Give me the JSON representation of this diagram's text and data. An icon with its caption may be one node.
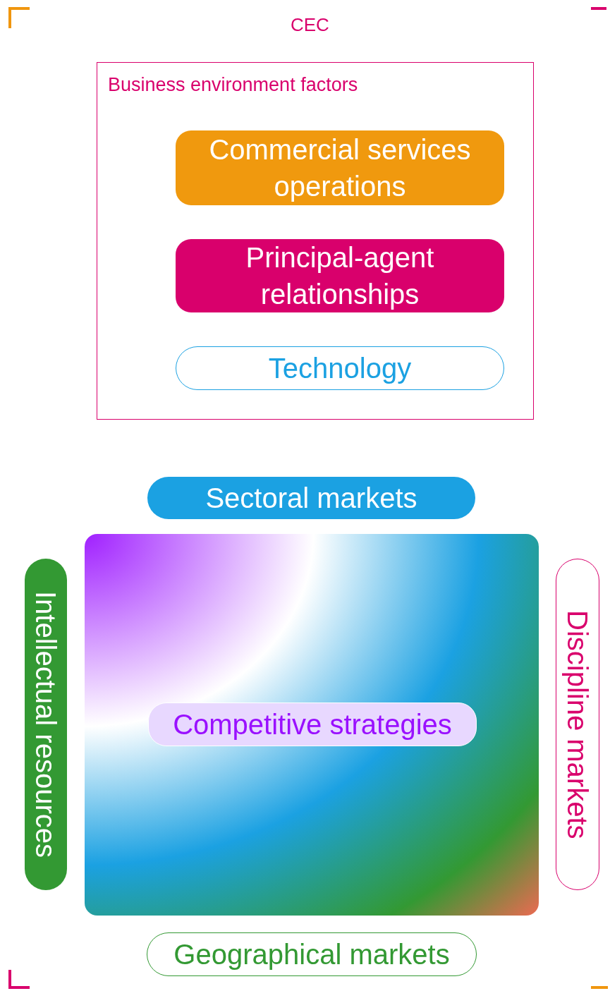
{
  "diagram": {
    "title": "CEC",
    "nodes": [
      {
        "text": [
          "Business environment factors"
        ]
      },
      {
        "text": [
          "Commercial services operations"
        ],
        "in": 0
      },
      {
        "text": [
          "Principal-agent relationships"
        ],
        "in": 0
      },
      {
        "text": [
          "Technology"
        ],
        "in": 0
      },
      {
        "text": [
          "Sectoral markets"
        ]
      },
      {
        "text": [
          "Intellectual resources"
        ]
      },
      {
        "text": [],
        "shape": "box"
      },
      {
        "text": [
          "Competitive strategies"
        ],
        "in": 6
      },
      {
        "text": [
          "Discipline markets"
        ]
      },
      {
        "text": [
          "Geographical markets"
        ]
      }
    ]
  }
}
